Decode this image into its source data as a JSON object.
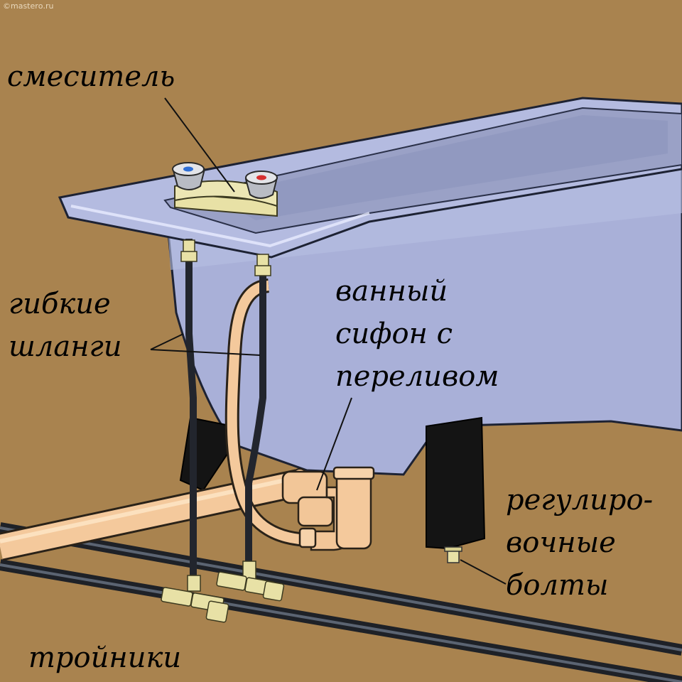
{
  "watermark": "©masterо.ru",
  "labels": {
    "mixer": "смеситель",
    "hoses": [
      "гибкие",
      "шланги"
    ],
    "siphon": [
      "ванный",
      "сифон с",
      "переливом"
    ],
    "bolts": [
      "регулиро-",
      "вочные",
      "болты"
    ],
    "tees": "тройники"
  },
  "colors": {
    "wall": "#a9834f",
    "bath": "#a9b0d8",
    "bath_inner": "#9aa1c6",
    "hose": "#22252d",
    "pipe": "#f4c99c",
    "fittings": "#e8e1a6",
    "feet": "#141414",
    "handle_cold": "#2f6fd6",
    "handle_hot": "#d63030"
  }
}
